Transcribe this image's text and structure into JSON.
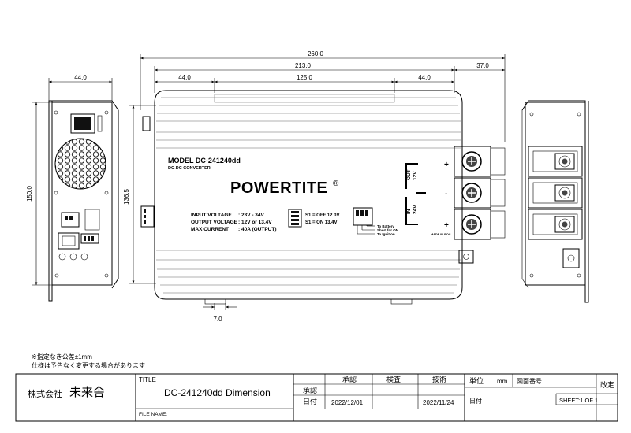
{
  "dimensions": {
    "overall_length": "260.0",
    "body_length": "213.0",
    "inner_length": "125.0",
    "left_offset": "44.0",
    "right_offset": "44.0",
    "terminal_length": "37.0",
    "side_width": "44.0",
    "side_height": "150.0",
    "body_height": "136.5",
    "foot_width": "7.0"
  },
  "device": {
    "model": "MODEL DC-241240dd",
    "type": "DC-DC CONVERTER",
    "brand": "POWERTITE",
    "registered": "®",
    "specs": [
      {
        "label": "INPUT VOLTAGE",
        "value": ": 23V - 34V"
      },
      {
        "label": "OUTPUT VOLTAGE",
        "value": ": 12V or 13.4V"
      },
      {
        "label": "MAX CURRENT",
        "value": ": 40A (OUTPUT)"
      }
    ],
    "switch_notes": [
      "S1 = OFF 12.0V",
      "S1 = ON   13.4V"
    ],
    "wire_labels": [
      "To Battery",
      "Short for ON",
      "To Ignition"
    ],
    "output_label": "OUT",
    "output_voltage": "12V",
    "input_label": "IN",
    "input_voltage": "24V",
    "plus": "+",
    "minus": "-",
    "origin": "MADE IN ROC"
  },
  "notes": {
    "line1": "※指定なき公差±1mm",
    "line2": "仕様は予告なく変更する場合があります"
  },
  "title_block": {
    "company": "株式会社",
    "company_name": "未来舎",
    "title_label": "TITLE",
    "title": "DC-241240dd Dimension",
    "file_label": "FILE NAME:",
    "approve_header": "承認",
    "check_header": "検査",
    "tech_header": "技術",
    "approve_row": "承認",
    "date_row": "日付",
    "date1": "2022/12/01",
    "date2": "2022/11/24",
    "unit_label": "単位",
    "unit_value": "mm",
    "drawing_no_label": "図面番号",
    "revision_label": "改定",
    "date_label": "日付",
    "sheet": "SHEET:1 OF 1"
  }
}
